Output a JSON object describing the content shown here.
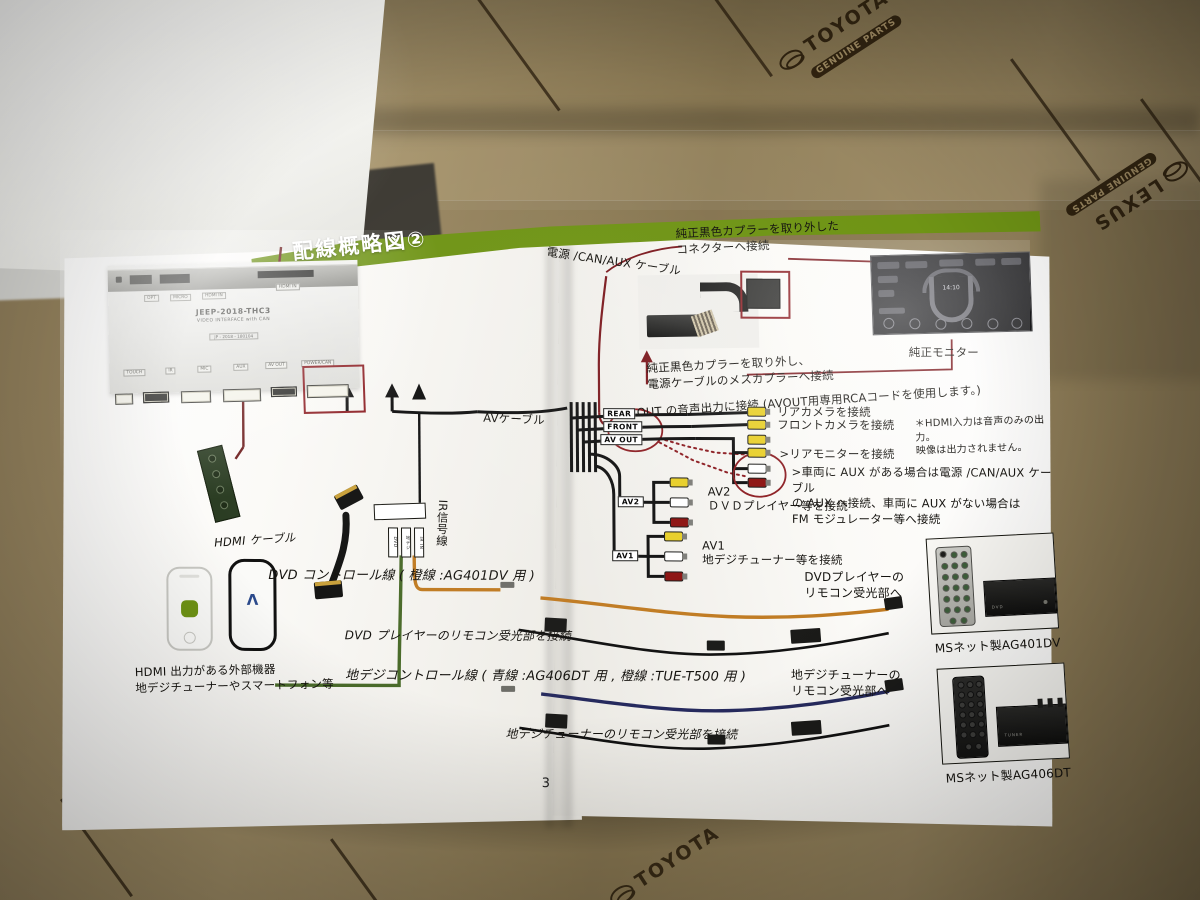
{
  "photo": {
    "scene": "printed-installation-manual-on-cardboard",
    "background_stamps": [
      {
        "brand": "TOYOTA",
        "sub": "GENUINE PARTS"
      },
      {
        "brand": "LEXUS",
        "sub": "GENUINE PARTS"
      }
    ]
  },
  "booklet": {
    "header_title": "配線概略図②",
    "page_number": "3",
    "unit": {
      "model": "JEEP-2018-THC3",
      "subtitle": "VIDEO INTERFACE with CAN",
      "code": "JP - 2018 - 180104",
      "front_ports": [
        "AV1",
        "AV2",
        "AV OUT"
      ],
      "top_ports": [
        "OPT",
        "MICRO",
        "HDMI IN"
      ],
      "rear_ports": [
        "TOUCH",
        "IR",
        "MIC",
        "AUX",
        "AV OUT",
        "POWER/CAN"
      ]
    },
    "labels": {
      "power_can_aux_cable": "電源 /CAN/AUX ケーブル",
      "connector_note_top": "純正黒色カプラーを取り外した\nコネクターへ接続",
      "connector_note_bottom": "純正黒色カプラーを取り外し、\n電源ケーブルのメスカプラーへ接続",
      "avout_note": "AV OUT の音声出力に接続 (AVOUT用専用RCAコードを使用します。)",
      "oem_monitor": "純正モニター",
      "hdmi_cable": "HDMI ケーブル",
      "av_cable": "AVケーブル",
      "ir_signal_line": "IR信号線",
      "hdmi_source": "HDMI 出力がある外部機器\n地デジチューナーやスマートフォン等"
    },
    "rca_connections": [
      {
        "port": "REAR",
        "text": "リアカメラを接続",
        "color": "#e8cf28"
      },
      {
        "port": "FRONT",
        "text": "フロントカメラを接続",
        "color": "#e8cf28"
      },
      {
        "port": "AV OUT",
        "text": "リアモニターを接続",
        "color": "#e8cf28"
      }
    ],
    "aux_note": "車両に AUX がある場合は電源 /CAN/AUX ケーブル\nの AUX へ接続、車両に AUX がない場合は\nFM モジュレーター等へ接続",
    "hdmi_note": "＊HDMI入力は音声のみの出力。\n映像は出力されません。",
    "av_inputs": [
      {
        "port": "AV2",
        "title": "AV2",
        "text": "ＤＶＤプレイヤー等を接続"
      },
      {
        "port": "AV1",
        "title": "AV1",
        "text": "地デジチューナー等を接続"
      }
    ],
    "control_lines": [
      {
        "label": "DVD コントロール線 ( 橙線 :AG401DV 用 )",
        "wire_color": "#c07b22",
        "receiver_text": "DVD プレイヤーのリモコン受光部を接続",
        "target_text": "DVDプレイヤーの\nリモコン受光部へ",
        "product": "MSネット製AG401DV"
      },
      {
        "label": "地デジコントロール線 ( 青線 :AG406DT 用 , 橙線 :TUE-T500 用 )",
        "wire_color": "#262a5e",
        "receiver_text": "地デジチューナーのリモコン受光部を接続",
        "target_text": "地デジチューナーの\nリモコン受光部へ",
        "product": "MSネット製AG406DT"
      }
    ],
    "ir_strip_labels": [
      "DVD",
      "地デジ",
      "IR IN"
    ]
  },
  "colors": {
    "banner_green": "#6f9415",
    "accent_red": "#8d1f24",
    "wire_orange": "#c07b22",
    "wire_green": "#4a6b2a",
    "wire_blue": "#262a5e",
    "rca_yellow": "#e8cf28",
    "rca_red": "#8c1210",
    "rca_white": "#ffffff"
  }
}
